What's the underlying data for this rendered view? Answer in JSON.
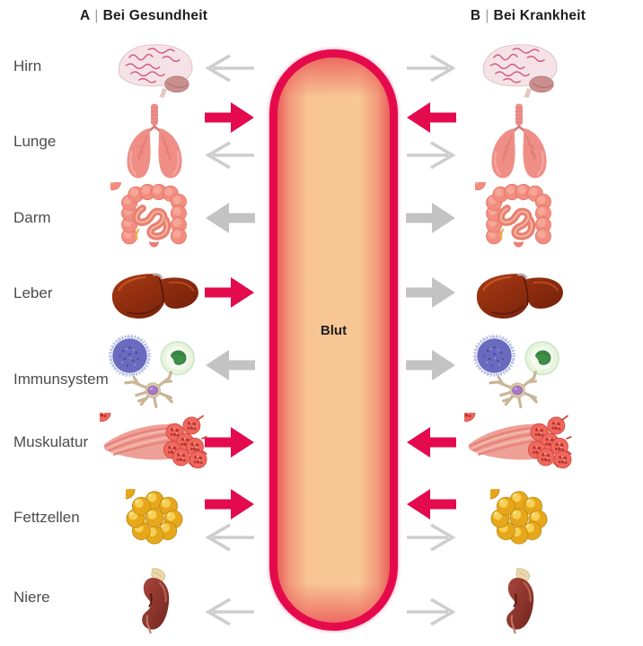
{
  "panel_a": {
    "letter": "A",
    "divider": "|",
    "title": "Bei Gesundheit"
  },
  "panel_b": {
    "letter": "B",
    "divider": "|",
    "title": "Bei Krankheit"
  },
  "blood_column": {
    "label": "Blut"
  },
  "rows": [
    {
      "label": "Hirn",
      "organ": "brain",
      "healthy_arrows": [
        "faint-gray-left"
      ],
      "disease_arrows": [
        "faint-gray-right"
      ]
    },
    {
      "label": "Lunge",
      "organ": "lungs",
      "healthy_arrows": [
        "red-right",
        "faint-gray-left"
      ],
      "disease_arrows": [
        "red-left",
        "faint-gray-right"
      ]
    },
    {
      "label": "Darm",
      "organ": "intestine",
      "healthy_arrows": [
        "gray-left"
      ],
      "disease_arrows": [
        "gray-right"
      ]
    },
    {
      "label": "Leber",
      "organ": "liver",
      "healthy_arrows": [
        "red-right"
      ],
      "disease_arrows": [
        "gray-right"
      ]
    },
    {
      "label": "Immunsystem",
      "organ": "immune-cells",
      "healthy_arrows": [
        "gray-left"
      ],
      "disease_arrows": [
        "gray-right"
      ]
    },
    {
      "label": "Muskulatur",
      "organ": "muscle",
      "healthy_arrows": [
        "red-right"
      ],
      "disease_arrows": [
        "red-left"
      ]
    },
    {
      "label": "Fettzellen",
      "organ": "fat-cells",
      "healthy_arrows": [
        "red-right",
        "faint-gray-left"
      ],
      "disease_arrows": [
        "red-left",
        "faint-gray-right"
      ]
    },
    {
      "label": "Niere",
      "organ": "kidney",
      "healthy_arrows": [
        "faint-gray-left"
      ],
      "disease_arrows": [
        "faint-gray-right"
      ]
    }
  ],
  "colors": {
    "accent_red": "#e30a4e",
    "solid_gray_arrow": "#c3c3c3",
    "faint_outline_arrow": "#cdcdcd",
    "pill_border": "#e50a4c",
    "pill_fill_center": "#f8c795",
    "title_text": "#1d1d1b",
    "label_text": "#4c4c4b"
  }
}
